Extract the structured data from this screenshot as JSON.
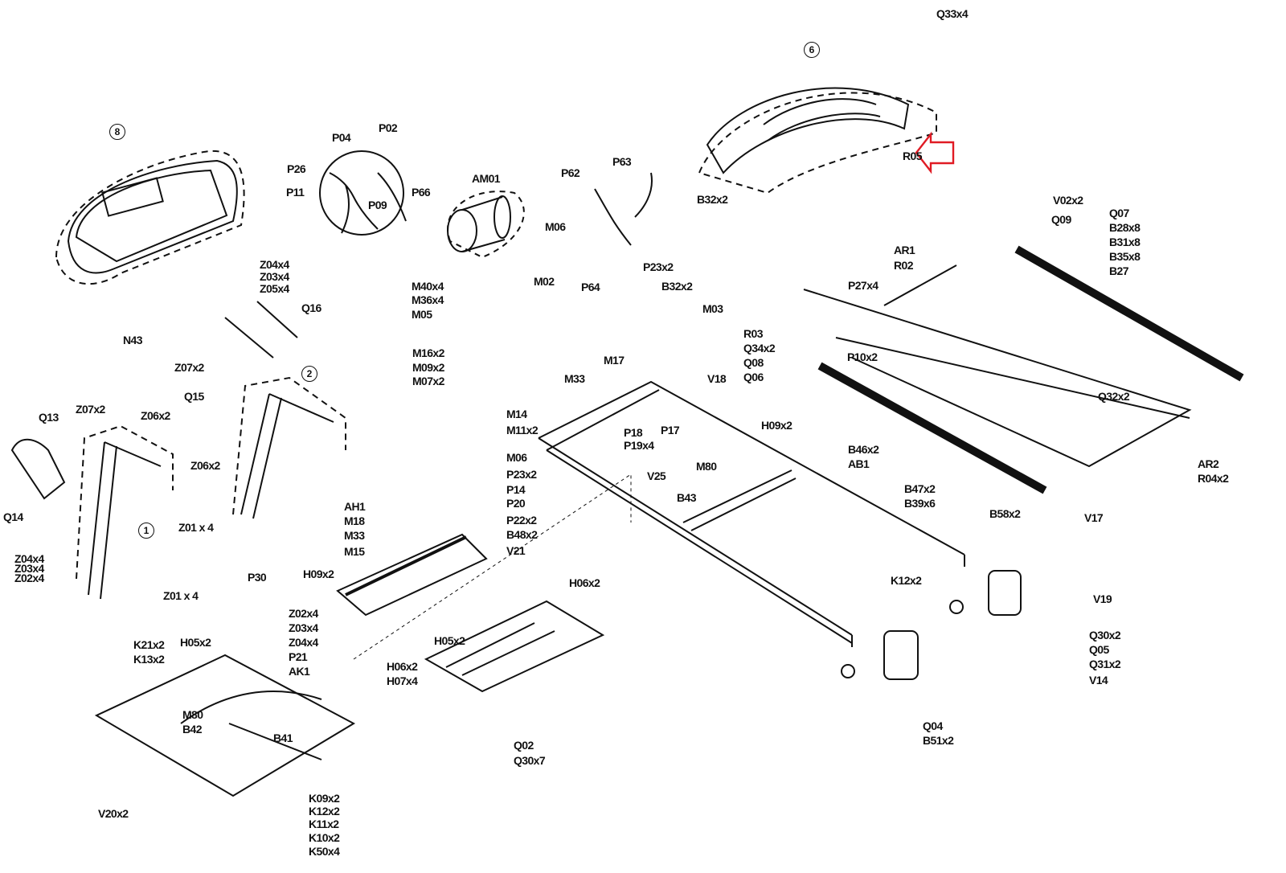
{
  "diagram": {
    "title": "Treadmill exploded parts view",
    "highlight": {
      "target": "R05",
      "color": "#e01b24",
      "shape": "arrow-left"
    },
    "assembly_refs": [
      {
        "id": "console",
        "text": "8"
      },
      {
        "id": "motor-cover",
        "text": "6"
      },
      {
        "id": "upright-right",
        "text": "2"
      },
      {
        "id": "upright-left",
        "text": "1"
      }
    ],
    "labels": {
      "console": [
        "Z04x4",
        "Z03x4",
        "Z05x4"
      ],
      "wiring": [
        "P26",
        "P11",
        "P04",
        "P02",
        "P09",
        "P66"
      ],
      "motor": [
        "AM01",
        "M06"
      ],
      "cables": [
        "P62",
        "P63"
      ],
      "motor_cover": [
        "Q33x4",
        "R05",
        "B32x2"
      ],
      "motor_mount": [
        "M40x4",
        "M36x4",
        "M05",
        "M16x2",
        "M09x2",
        "M07x2"
      ],
      "controller": [
        "M02",
        "P64",
        "P23x2",
        "B32x2",
        "M03",
        "M17",
        "M33",
        "V18"
      ],
      "deck_top": [
        "V02x2",
        "Q09",
        "Q07",
        "B28x8",
        "B31x8",
        "B35x8",
        "B27",
        "AR1",
        "R02",
        "P27x4"
      ],
      "belt_drive": [
        "R03",
        "Q34x2",
        "Q08",
        "Q06",
        "P10x2",
        "Q32x2"
      ],
      "left_handle": [
        "N43",
        "Q16",
        "Z07x2",
        "Q15",
        "Q13",
        "Z07x2",
        "Z06x2",
        "Z06x2",
        "Q14"
      ],
      "uprights": [
        "Z01 x 4",
        "Z04x4",
        "Z03x4",
        "Z02x4",
        "Z01 x 4",
        "P30"
      ],
      "frame_front": [
        "M14",
        "M11x2",
        "M06",
        "P23x2",
        "P14",
        "P20",
        "P22x2",
        "B48x2",
        "V21",
        "P18",
        "P19x4",
        "P17",
        "V25",
        "M80",
        "B43",
        "H09x2",
        "H06x2"
      ],
      "frame_mid": [
        "B46x2",
        "AB1",
        "B47x2",
        "B39x6",
        "B58x2"
      ],
      "deck_rear": [
        "V17",
        "AR2",
        "R04x2"
      ],
      "incline": [
        "AH1",
        "M18",
        "M33",
        "M15",
        "H09x2",
        "H05x2",
        "H06x2",
        "H07x4"
      ],
      "base": [
        "Z02x4",
        "Z03x4",
        "Z04x4",
        "P21",
        "AK1",
        "H05x2",
        "K21x2",
        "K13x2",
        "M80",
        "B42",
        "B41",
        "V20x2",
        "K09x2",
        "K12x2",
        "K11x2",
        "K10x2",
        "K50x4"
      ],
      "tray": [
        "Q02",
        "Q30x7"
      ],
      "rear_caps": [
        "K12x2",
        "V19",
        "Q30x2",
        "Q05",
        "Q31x2",
        "V14",
        "Q04",
        "B51x2"
      ]
    }
  }
}
